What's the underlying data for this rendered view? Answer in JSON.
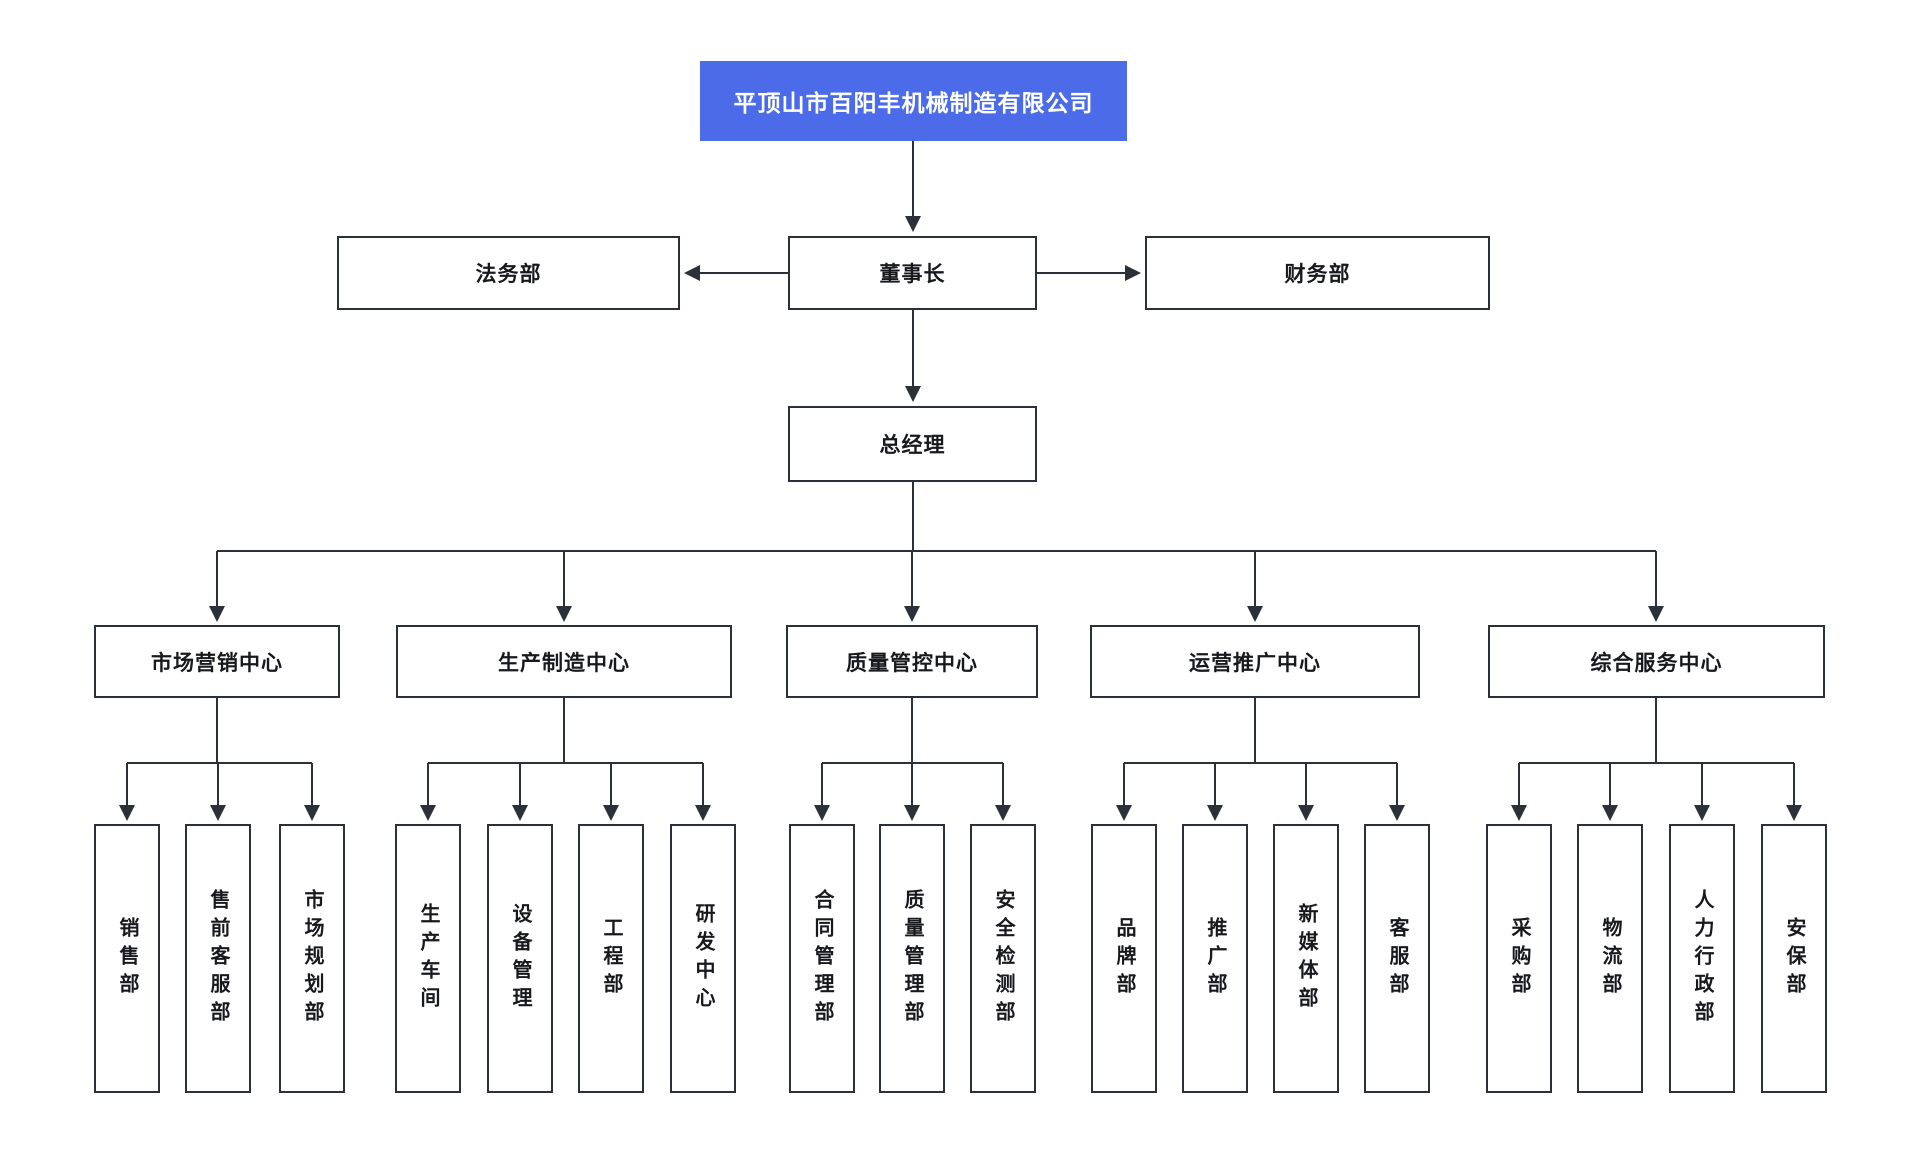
{
  "org": {
    "company": "平顶山市百阳丰机械制造有限公司",
    "legal_dept": "法务部",
    "chairman": "董事长",
    "finance_dept": "财务部",
    "general_manager": "总经理",
    "centers": [
      {
        "label": "市场营销中心",
        "departments": [
          "销售部",
          "售前客服部",
          "市场规划部"
        ]
      },
      {
        "label": "生产制造中心",
        "departments": [
          "生产车间",
          "设备管理",
          "工程部",
          "研发中心"
        ]
      },
      {
        "label": "质量管控中心",
        "departments": [
          "合同管理部",
          "质量管理部",
          "安全检测部"
        ]
      },
      {
        "label": "运营推广中心",
        "departments": [
          "品牌部",
          "推广部",
          "新媒体部",
          "客服部"
        ]
      },
      {
        "label": "综合服务中心",
        "departments": [
          "采购部",
          "物流部",
          "人力行政部",
          "安保部"
        ]
      }
    ],
    "colors": {
      "root_background": "#4b6be8",
      "root_text": "#ffffff",
      "line": "#2c3038",
      "box_border": "#2c3038",
      "box_text": "#17191d",
      "box_background": "#ffffff"
    }
  }
}
